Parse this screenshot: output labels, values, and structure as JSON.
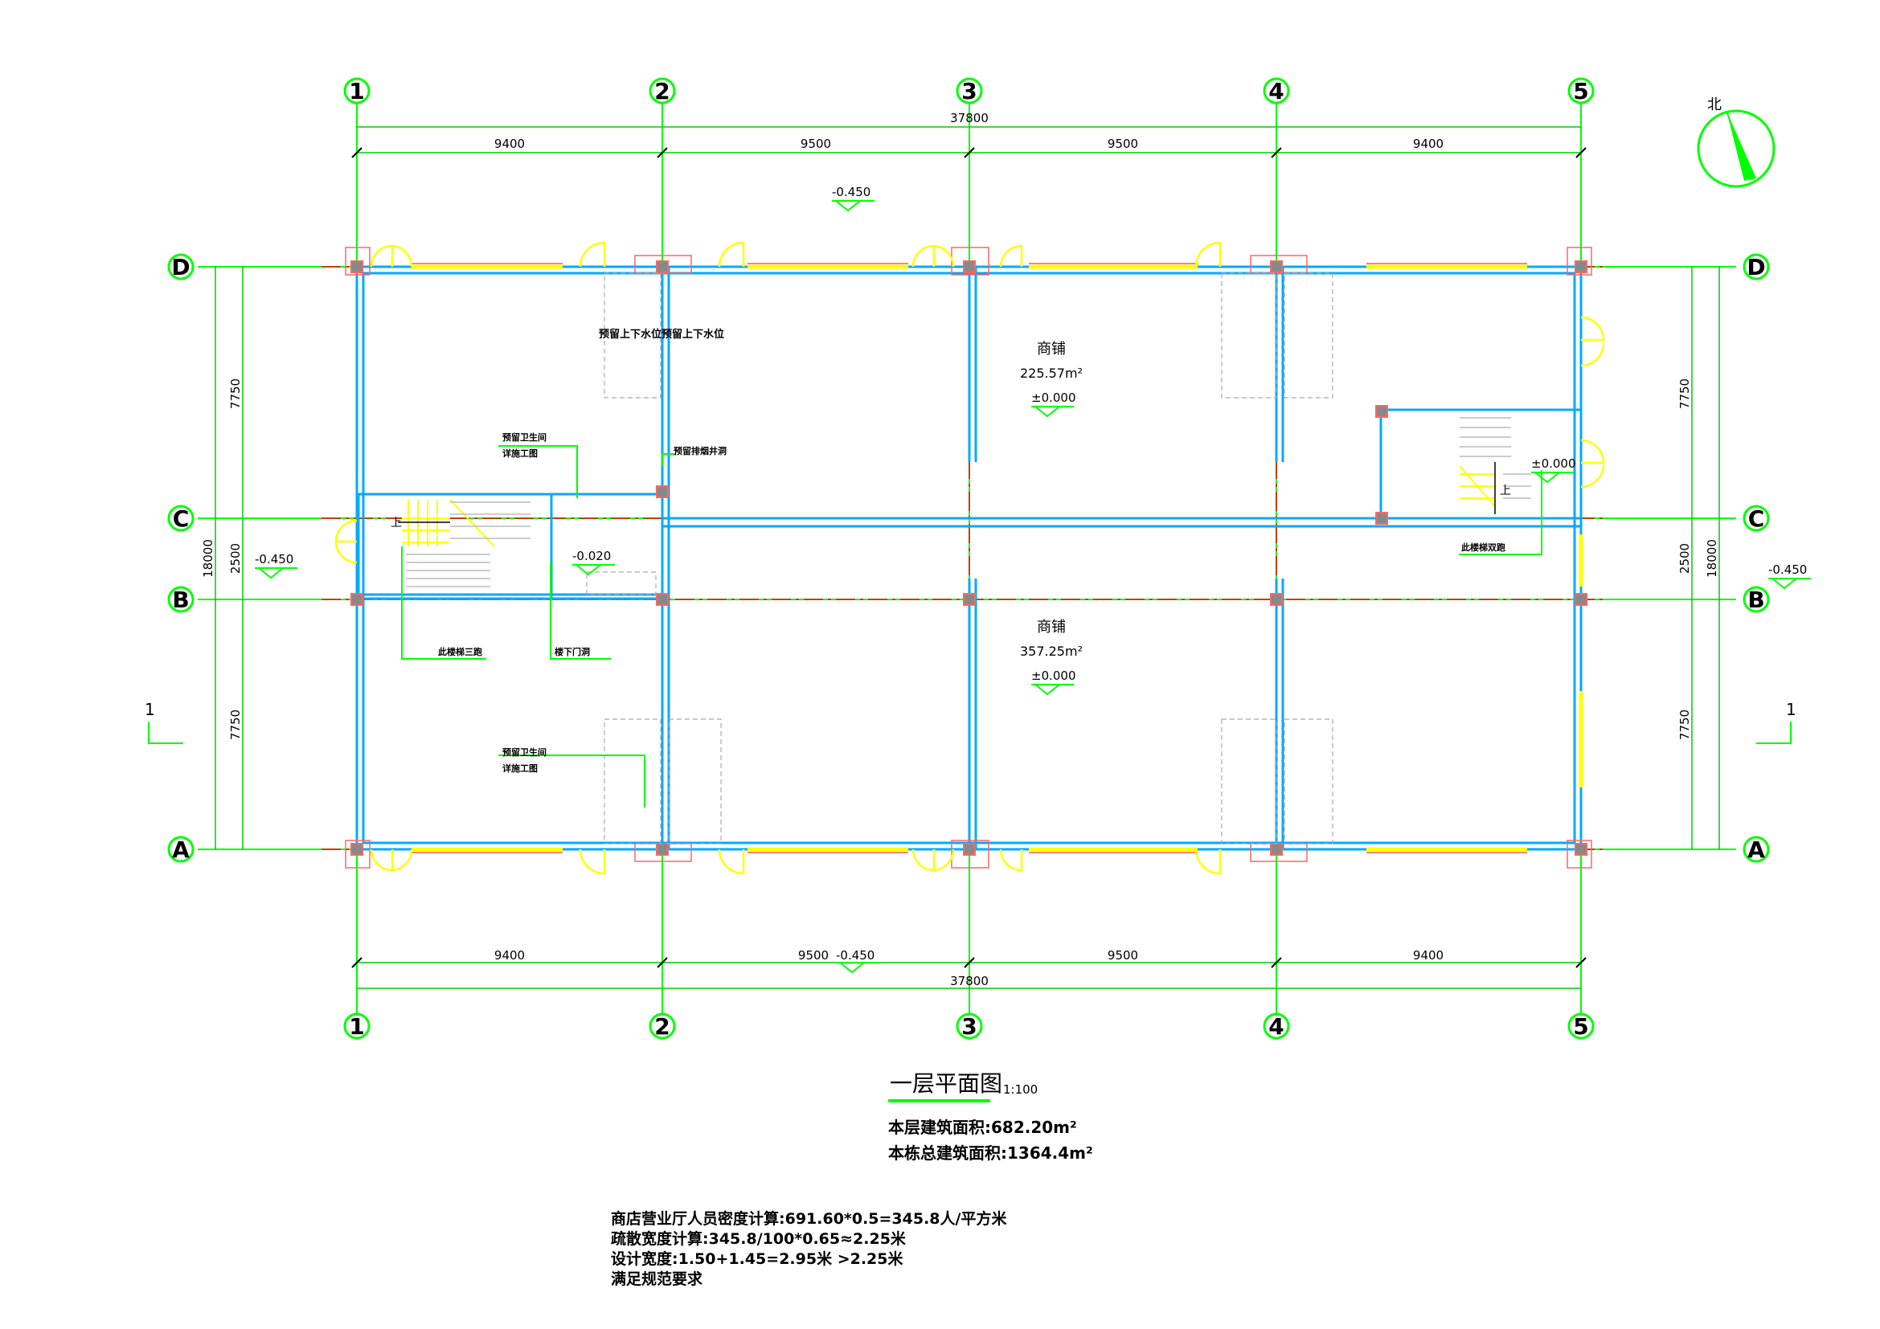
{
  "drawing": {
    "title": "一层平面图",
    "scale": "1:100",
    "floor_area": "本层建筑面积:682.20m²",
    "total_area": "本栋总建筑面积:1364.4m²",
    "notes": [
      "商店营业厅人员密度计算:691.60*0.5=345.8人/平方米",
      "疏散宽度计算:345.8/100*0.65≈2.25米",
      "设计宽度:1.50+1.45=2.95米 >2.25米",
      "满足规范要求"
    ],
    "north_label": "北"
  },
  "axes": {
    "columns": [
      "1",
      "2",
      "3",
      "4",
      "5"
    ],
    "rows": [
      "D",
      "C",
      "B",
      "A"
    ]
  },
  "dimensions": {
    "overall": "37800",
    "bays": [
      "9400",
      "9500",
      "9500",
      "9400"
    ],
    "depth_total": "18000",
    "depth_bays": [
      "7750",
      "2500",
      "7750"
    ]
  },
  "levels": {
    "outdoor_top": "-0.450",
    "outdoor_bottom": "-0.450",
    "outdoor_left": "-0.450",
    "outdoor_right": "-0.450",
    "indoor_1": "±0.000",
    "indoor_2": "±0.000",
    "indoor_3": "±0.000",
    "stair_landing": "-0.020"
  },
  "rooms": [
    {
      "name": "商铺",
      "area": "225.57m²"
    },
    {
      "name": "商铺",
      "area": "357.25m²"
    }
  ],
  "annotations": {
    "plumbing": "预留上下水位预留上下水位",
    "wc_upper_1": "预留卫生间",
    "wc_upper_2": "详施工图",
    "shaft": "预留排烟井洞",
    "wc_lower_1": "预留卫生间",
    "wc_lower_2": "详施工图",
    "stair_3": "此楼梯三跑",
    "down_door": "楼下门洞",
    "stair_right": "此楼梯双跑",
    "up_left": "上",
    "up_right": "上"
  },
  "section_mark": "1",
  "colors": {
    "axis": "#00ff00",
    "wall": "#00aaff",
    "window": "#ffff00",
    "column": "#ff6666",
    "dim": "#00cc00",
    "redline": "#ff0000"
  }
}
